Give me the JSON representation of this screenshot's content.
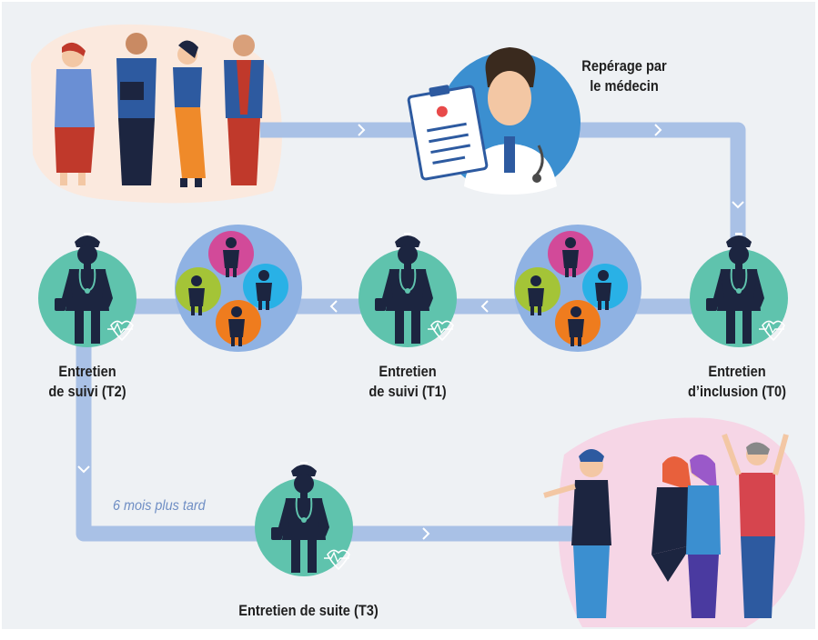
{
  "colors": {
    "background": "#eef1f4",
    "path": "#a9c1e6",
    "teal": "#5fc3ad",
    "navy": "#1c2540",
    "bubble": "#8fb2e3",
    "doctor_circle": "#3b8fd0",
    "pink_blob": "#f6d6e6",
    "peach_blob": "#fbe9de",
    "magenta": "#d24a99",
    "green": "#a4c437",
    "cyan": "#29b1e6",
    "orange": "#ef7c1e"
  },
  "labels": {
    "reperage_line1": "Repérage par",
    "reperage_line2": "le médecin",
    "t0_line1": "Entretien",
    "t0_line2": "d’inclusion (T0)",
    "t1_line1": "Entretien",
    "t1_line2": "de suivi (T1)",
    "t2_line1": "Entretien",
    "t2_line2": "de suivi (T2)",
    "t3": "Entretien de suite (T3)",
    "delay": "6 mois plus tard"
  }
}
